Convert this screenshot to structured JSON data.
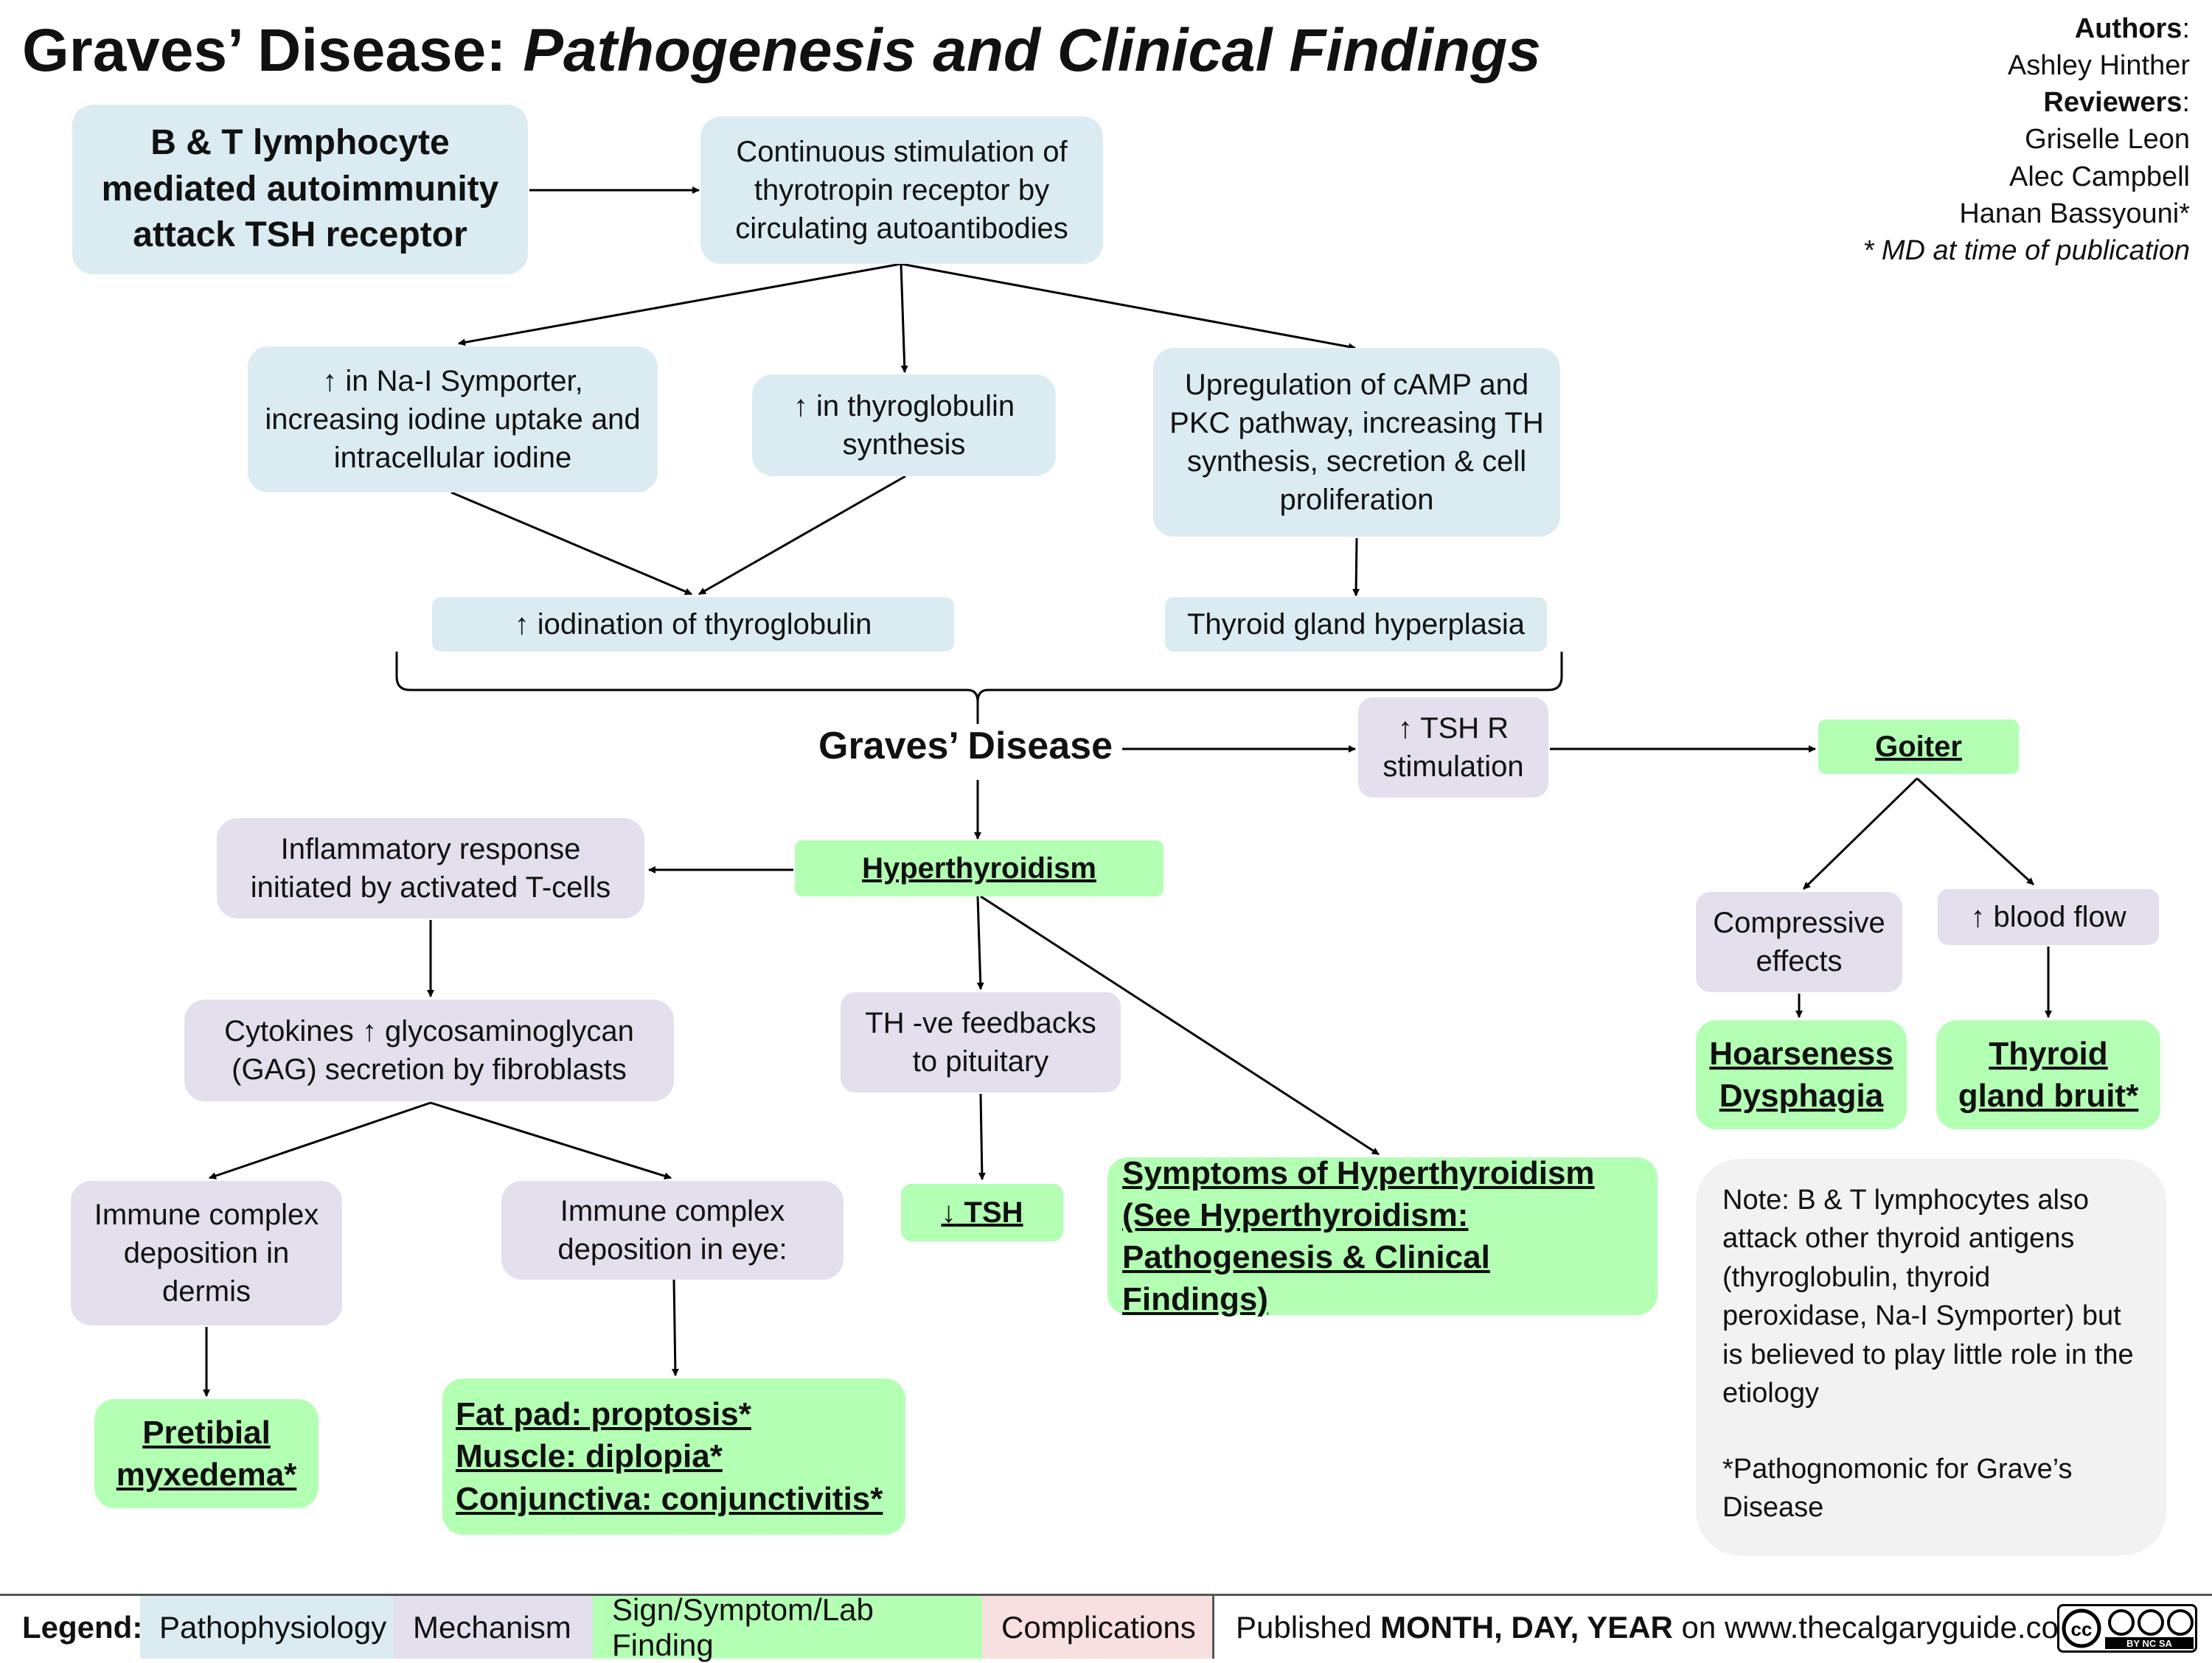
{
  "header": {
    "title_main": "Graves’ Disease: ",
    "title_italic": "Pathogenesis and Clinical Findings"
  },
  "credits": {
    "authors_label": "Authors",
    "authors": [
      "Ashley Hinther"
    ],
    "reviewers_label": "Reviewers",
    "reviewers": [
      "Griselle Leon",
      "Alec Campbell",
      "Hanan Bassyouni*"
    ],
    "footnote": "* MD at time of publication"
  },
  "nodes": {
    "b_t_autoimmunity": "B & T lymphocyte mediated autoimmunity attack TSH receptor",
    "continuous_stimulation": "Continuous stimulation of thyrotropin receptor by circulating autoantibodies",
    "na_i_symporter": "↑ in Na-I Symporter, increasing iodine uptake and intracellular iodine",
    "thyroglobulin_synthesis": "↑ in thyroglobulin synthesis",
    "camp_pkc": "Upregulation of cAMP and PKC pathway, increasing TH synthesis, secretion & cell proliferation",
    "iodination": "↑ iodination of thyroglobulin",
    "hyperplasia": "Thyroid gland hyperplasia",
    "graves_disease": "Graves’ Disease",
    "tsh_r_stimulation": "↑ TSH R stimulation",
    "goiter": "Goiter",
    "hyperthyroidism": "Hyperthyroidism",
    "inflammatory_response": "Inflammatory response initiated by activated T-cells",
    "cytokines_gag": "Cytokines ↑ glycosaminoglycan (GAG) secretion by fibroblasts",
    "immune_dermis": "Immune complex deposition in dermis",
    "immune_eye": "Immune complex deposition in eye:",
    "pretibial_myxedema": "Pretibial myxedema*",
    "eye_findings": [
      "Fat pad: proptosis*",
      "Muscle: diplopia*",
      "Conjunctiva: conjunctivitis*"
    ],
    "th_feedback": "TH -ve feedbacks to pituitary",
    "low_tsh": "↓ TSH",
    "symptoms_hyper": "Symptoms of Hyperthyroidism (See Hyperthyroidism: Pathogenesis & Clinical Findings)",
    "compressive_effects": "Compressive effects",
    "blood_flow": "↑ blood flow",
    "hoarseness_dysphagia": [
      "Hoarseness",
      "Dysphagia"
    ],
    "thyroid_bruit": "Thyroid gland bruit*"
  },
  "note": {
    "text": "Note: B & T lymphocytes also attack other thyroid antigens (thyroglobulin, thyroid peroxidase, Na-I Symporter) but is believed to play little role in the etiology",
    "footnote": "*Pathognomonic for Grave’s Disease"
  },
  "legend": {
    "label": "Legend:",
    "items": [
      {
        "label": "Pathophysiology",
        "color": "#daecf2"
      },
      {
        "label": "Mechanism",
        "color": "#e4dfec"
      },
      {
        "label": "Sign/Symptom/Lab Finding",
        "color": "#b3ffb3"
      },
      {
        "label": "Complications",
        "color": "#f9e0e0"
      }
    ],
    "published_prefix": "Published ",
    "published_date": "MONTH, DAY, YEAR",
    "published_suffix": " on www.thecalgaryguide.com",
    "license_icon": "cc-by-nc-sa-icon",
    "license_text": "BY NC SA"
  },
  "colors": {
    "pathophysiology": "#daecf2",
    "mechanism": "#e4dfec",
    "sign_symptom": "#b3ffb3",
    "complications": "#f9e0e0",
    "note": "#f2f2f2"
  }
}
